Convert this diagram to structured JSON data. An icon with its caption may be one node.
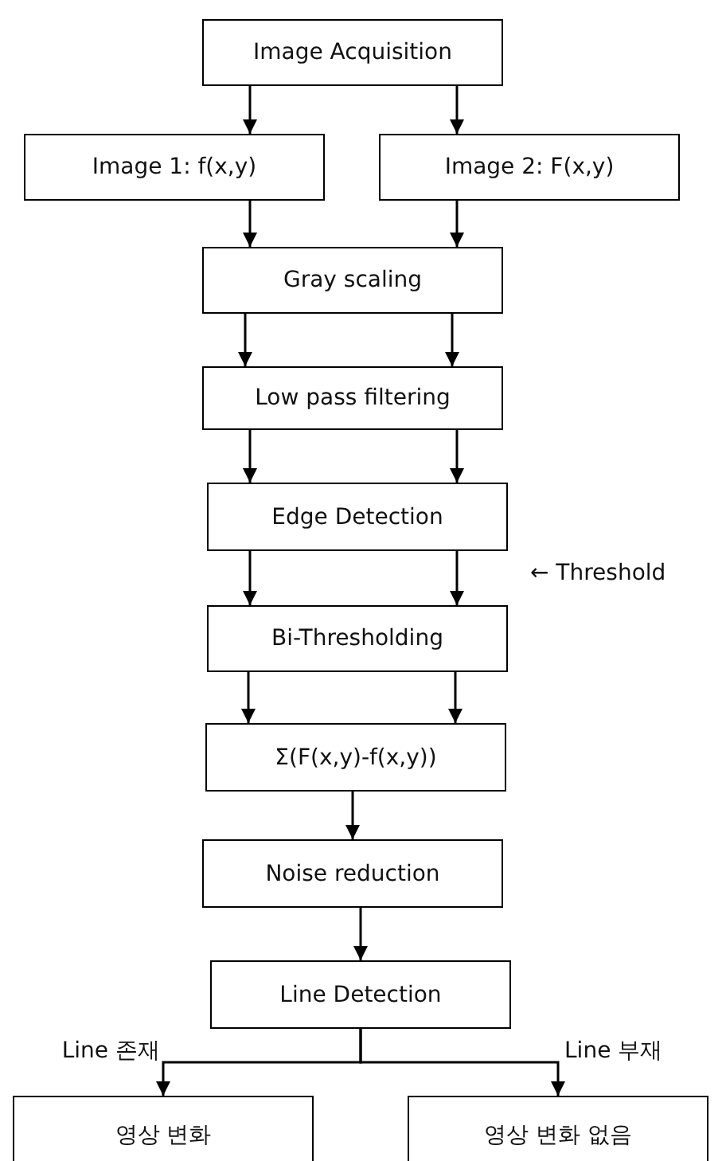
{
  "diagram": {
    "nodes": [
      {
        "text": [
          "Image Acquisition"
        ]
      },
      {
        "text": [
          "Image 1: f(x,y)"
        ]
      },
      {
        "text": [
          "Image 2: F(x,y)"
        ]
      },
      {
        "text": [
          "Gray scaling"
        ]
      },
      {
        "text": [
          "Low pass filtering"
        ]
      },
      {
        "text": [
          "Edge Detection"
        ]
      },
      {
        "text": [
          "Bi-Thresholding"
        ]
      },
      {
        "text": [
          "Σ(F(x,y)-f(x,y))"
        ]
      },
      {
        "text": [
          "Noise reduction"
        ]
      },
      {
        "text": [
          "Line Detection"
        ]
      },
      {
        "text": [
          "영상 변화"
        ]
      },
      {
        "text": [
          "영상 변화 없음"
        ]
      }
    ],
    "edges": [
      {
        "from": 0,
        "to": 1,
        "arrow": "to"
      },
      {
        "from": 0,
        "to": 2,
        "arrow": "to"
      },
      {
        "from": 1,
        "to": 3,
        "arrow": "to"
      },
      {
        "from": 2,
        "to": 3,
        "arrow": "to"
      },
      {
        "from": 3,
        "to": 4,
        "arrow": "to"
      },
      {
        "from": 3,
        "to": 4,
        "arrow": "to"
      },
      {
        "from": 4,
        "to": 5,
        "arrow": "to"
      },
      {
        "from": 4,
        "to": 5,
        "arrow": "to"
      },
      {
        "from": 5,
        "to": 6,
        "arrow": "to"
      },
      {
        "from": 5,
        "to": 6,
        "arrow": "to"
      },
      {
        "from": 6,
        "to": 7,
        "arrow": "to"
      },
      {
        "from": 6,
        "to": 7,
        "arrow": "to"
      },
      {
        "from": 7,
        "to": 8,
        "arrow": "to"
      },
      {
        "from": 8,
        "to": 9,
        "arrow": "to"
      },
      {
        "from": 9,
        "to": 10,
        "arrow": "to",
        "label": "Line 존재"
      },
      {
        "from": 9,
        "to": 11,
        "arrow": "to",
        "label": "Line 부재"
      }
    ],
    "labels": [
      "← Threshold"
    ]
  }
}
